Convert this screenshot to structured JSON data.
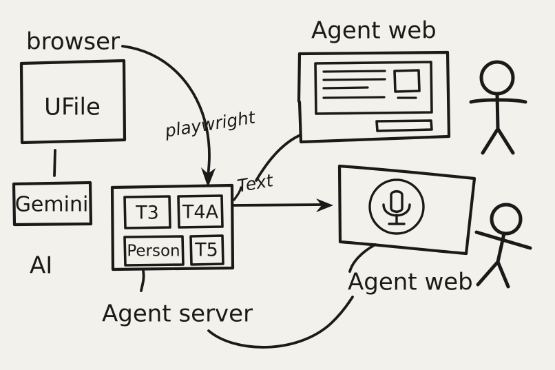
{
  "diagram": {
    "title": "Agent architecture hand-drawn sketch",
    "background_color": "#f2f1ec",
    "ink_color": "#1a1a18"
  },
  "labels": {
    "browser": "browser",
    "playwright": "playwright",
    "text": "Text",
    "ai": "AI",
    "agent_server": "Agent server",
    "agent_web_top": "Agent web",
    "agent_web_bottom": "Agent web"
  },
  "nodes": {
    "ufile": {
      "label": "UFile"
    },
    "gemini": {
      "label": "Gemini"
    },
    "agent_server": {
      "label": "Agent server",
      "chips": [
        {
          "label": "T3"
        },
        {
          "label": "T4A"
        },
        {
          "label": "Person"
        },
        {
          "label": "T5"
        }
      ]
    },
    "agent_web_browser": {
      "label": "Agent web"
    },
    "agent_web_voice": {
      "label": "Agent web"
    }
  },
  "icons": {
    "microphone": "microphone-icon",
    "person_left": "stick-figure-icon",
    "person_right": "stick-figure-icon"
  },
  "edges": [
    {
      "from": "browser",
      "to": "agent_server",
      "label": "playwright"
    },
    {
      "from": "ufile",
      "to": "gemini",
      "label": ""
    },
    {
      "from": "agent_server",
      "to": "agent_web_voice",
      "label": "Text"
    },
    {
      "from": "agent_web_browser",
      "to": "text-label",
      "label": ""
    },
    {
      "from": "agent_server",
      "to": "agent_web_voice_label",
      "label": ""
    }
  ]
}
